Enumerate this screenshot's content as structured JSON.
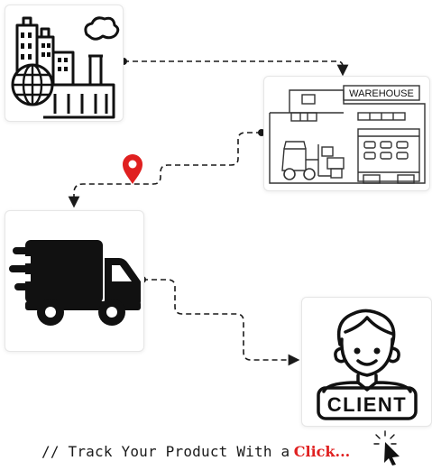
{
  "nodes": {
    "factory": {
      "icon": "factory-globe-icon"
    },
    "warehouse": {
      "icon": "warehouse-forklift-icon",
      "sign": "WAREHOUSE"
    },
    "truck": {
      "icon": "delivery-truck-icon"
    },
    "client": {
      "icon": "client-person-icon",
      "sign": "CLIENT"
    }
  },
  "connectors": {
    "style": "dashed",
    "color": "#1a1a1a",
    "marker_icon": "location-pin-icon",
    "marker_color": "#e02020"
  },
  "tagline": {
    "prefix": "// Track Your Product With a",
    "link": "Click...",
    "link_color": "#e02020",
    "cursor_icon": "click-cursor-icon"
  }
}
